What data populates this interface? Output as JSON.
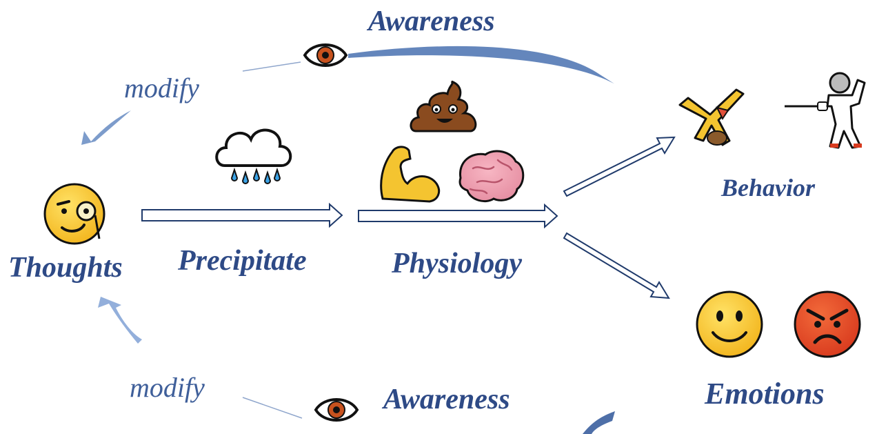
{
  "labels": {
    "awareness_top": "Awareness",
    "awareness_bottom": "Awareness",
    "modify_top": "modify",
    "modify_bottom": "modify",
    "thoughts": "Thoughts",
    "precipitate": "Precipitate",
    "physiology": "Physiology",
    "behavior": "Behavior",
    "emotions": "Emotions"
  },
  "icons": {
    "awareness_top": "eye-icon",
    "awareness_bottom": "eye-icon",
    "thoughts": "monocle-face-icon",
    "precipitate": "rain-cloud-icon",
    "physiology": [
      "poop-icon",
      "flexed-biceps-icon",
      "brain-icon"
    ],
    "behavior": [
      "cartwheel-icon",
      "fencer-icon"
    ],
    "emotions": [
      "smiling-face-icon",
      "angry-face-icon"
    ]
  },
  "colors": {
    "label": "#2E4A86",
    "modify_label": "#3F5F9A",
    "curve": "#5C7FB8",
    "arrow_stroke": "#1F3A6B"
  }
}
